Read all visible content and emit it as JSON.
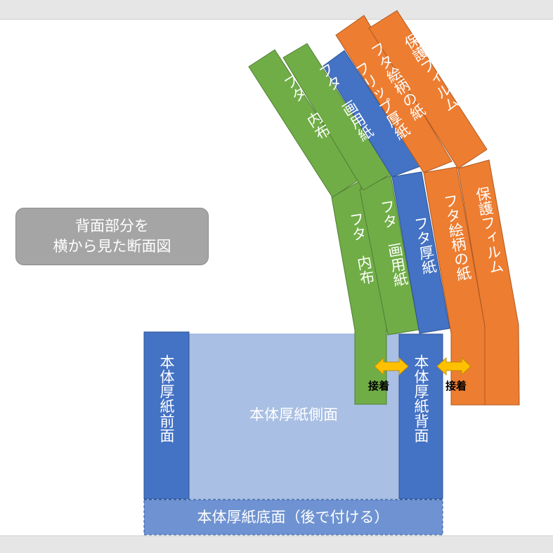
{
  "callout": {
    "line1": "背面部分を",
    "line2": "横から見た断面図"
  },
  "upper_strips": {
    "lining": "フタ　内布",
    "drawing_paper": "フタ　画用紙",
    "flip_board": "フリップ厚紙",
    "art_paper": "フタ絵柄の紙",
    "film": "保護フィルム"
  },
  "lower_strips": {
    "lining": "フタ　内布",
    "drawing_paper": "フタ　画用紙",
    "board": "フタ厚紙",
    "art_paper": "フタ絵柄の紙",
    "film": "保護フィルム"
  },
  "body": {
    "front": "本体厚紙前面",
    "side": "本体厚紙側面",
    "back": "本体厚紙背面",
    "bottom": "本体厚紙底面（後で付ける）"
  },
  "glue_labels": [
    "接着",
    "接着"
  ],
  "colors": {
    "green": "#70ad47",
    "blue": "#4472c4",
    "orange": "#ed7d31",
    "light_blue": "#a9bfe3",
    "arrow": "#ffc000",
    "gray": "#a5a5a5"
  }
}
